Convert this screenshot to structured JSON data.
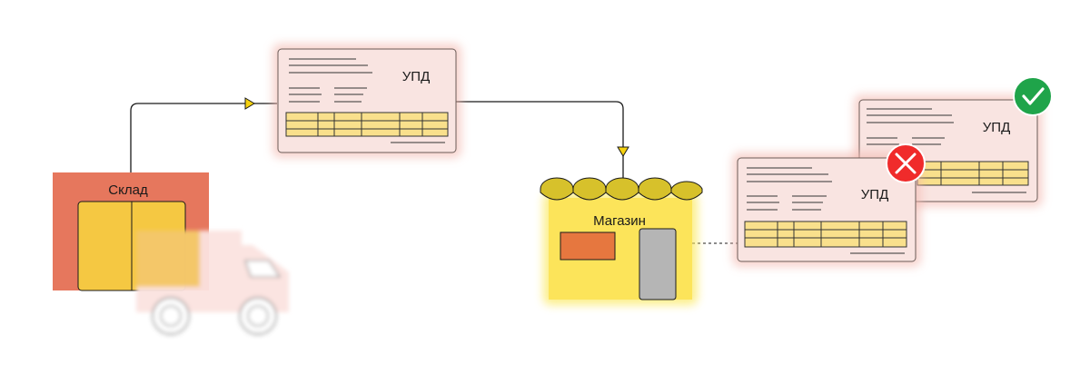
{
  "warehouse": {
    "label": "Склад"
  },
  "store": {
    "label": "Магазин"
  },
  "documents": [
    {
      "label": "УПД",
      "status": "none"
    },
    {
      "label": "УПД",
      "status": "rejected"
    },
    {
      "label": "УПД",
      "status": "accepted"
    }
  ],
  "colors": {
    "doc_fill": "#f9e4e1",
    "doc_glow": "#f3b7ae",
    "table_fill": "#f9e08c",
    "warehouse_fill": "#e6775d",
    "warehouse_door": "#f5c842",
    "store_fill": "#fce45a",
    "awning": "#d7c12b",
    "truck": "#fbe3df",
    "reject": "#f02b2b",
    "accept": "#1fa44a",
    "arrow": "#1a1a1a",
    "arrow_head": "#f5d10f"
  }
}
